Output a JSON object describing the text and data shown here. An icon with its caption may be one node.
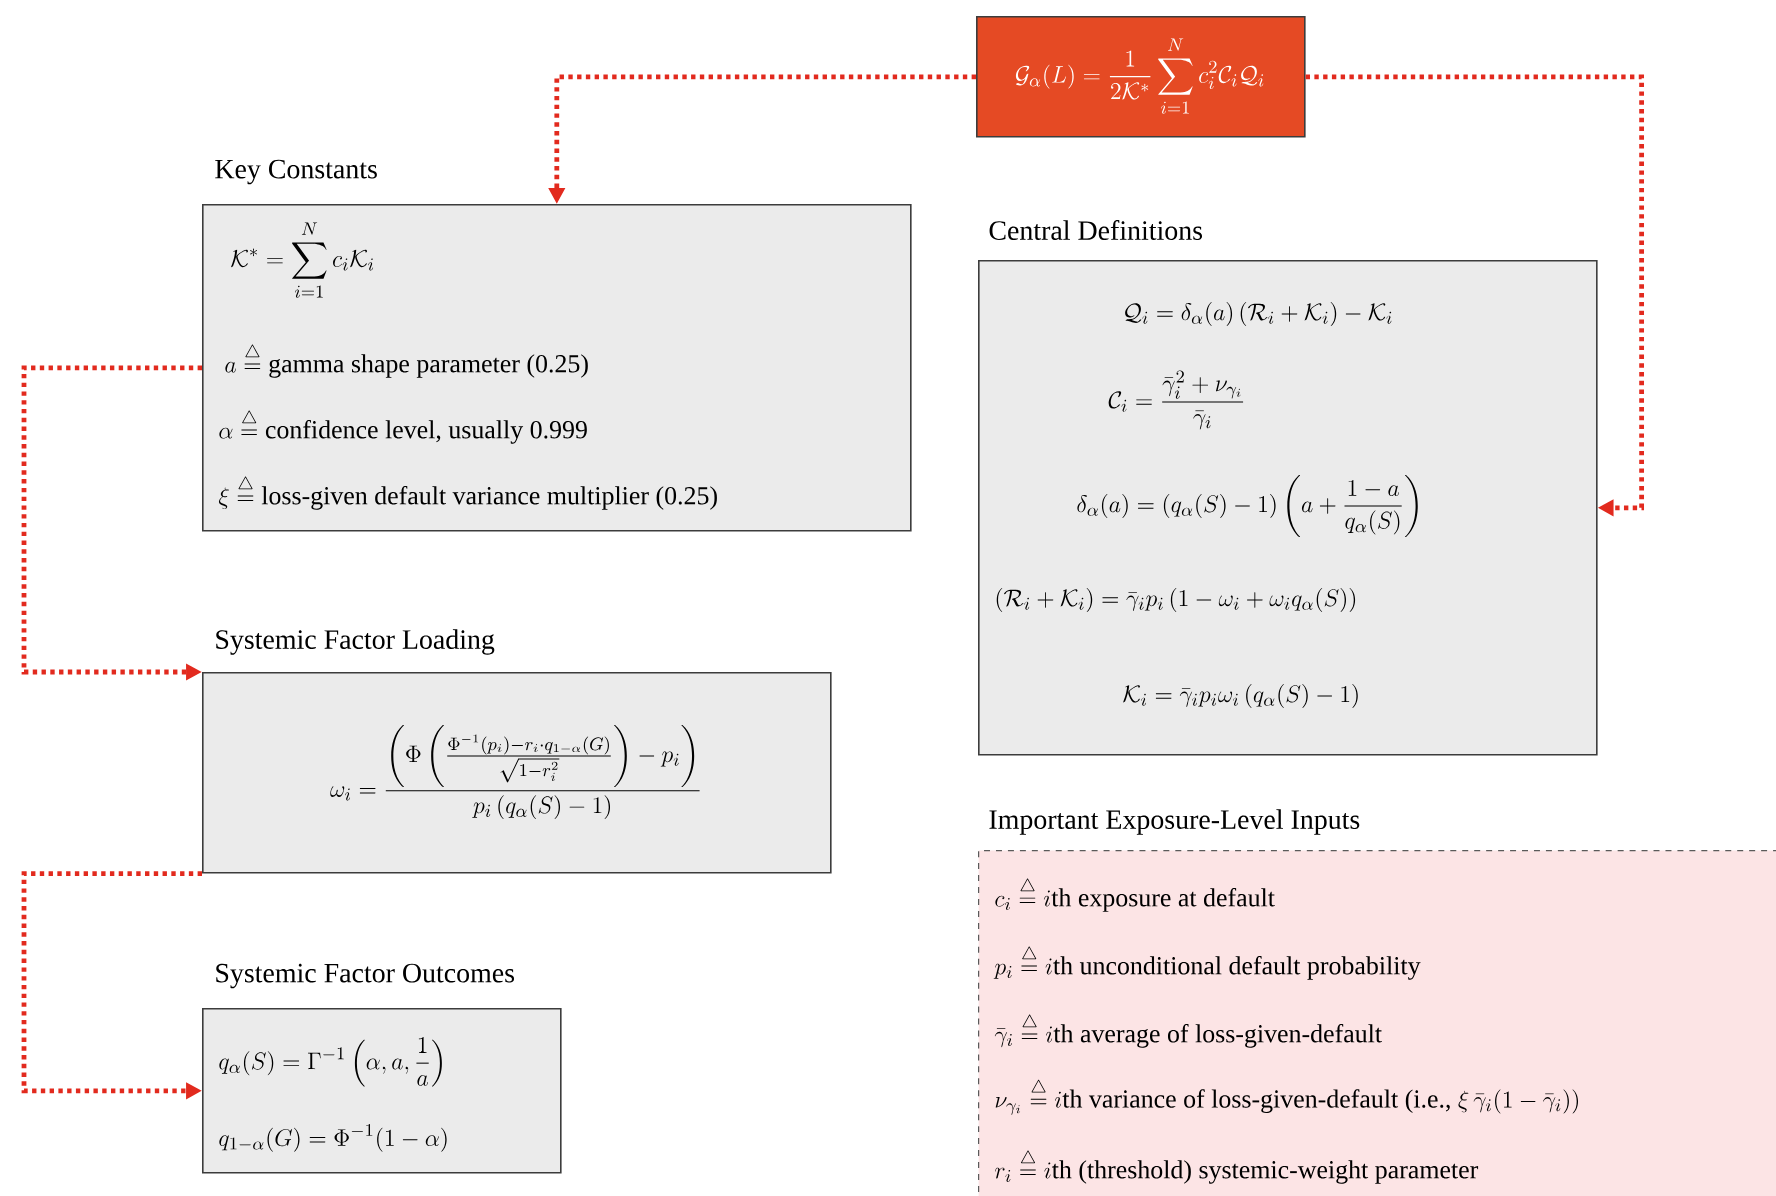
{
  "diagram": {
    "nodes": [
      {
        "text": [
          "\\mathcal{G}_\\alpha(L) = \\frac{1}{2\\mathcal{K}^*}\\sum_{i=1}^{N} c_i^2 \\mathcal{C}_i \\mathcal{Q}_i"
        ]
      },
      {
        "text": [
          "Key Constants",
          "\\mathcal{K}^* = \\sum_{i=1}^{N} c_i \\mathcal{K}_i",
          "a \\stackrel{\\triangle}{=} \\text{gamma shape parameter (0.25)}",
          "\\alpha \\stackrel{\\triangle}{=} \\text{confidence level, usually 0.999}",
          "\\xi \\stackrel{\\triangle}{=} \\text{loss-given default variance multiplier (0.25)}"
        ]
      },
      {
        "text": [
          "Central Definitions",
          "\\mathcal{Q}_i = \\delta_\\alpha(a)\\left(\\mathcal{R}_i + \\mathcal{K}_i\\right) - \\mathcal{K}_i",
          "\\mathcal{C}_i = \\frac{\\bar{\\gamma}_i^2 + \\nu_{\\gamma_i}}{\\bar{\\gamma}_i}",
          "\\delta_\\alpha(a) = \\left(q_\\alpha(S) - 1\\right)\\left(a + \\frac{1-a}{q_\\alpha(S)}\\right)",
          "\\left(\\mathcal{R}_i + \\mathcal{K}_i\\right) = \\bar{\\gamma}_i p_i \\left(1 - \\omega_i + \\omega_i q_\\alpha(S)\\right)",
          "\\mathcal{K}_i = \\bar{\\gamma}_i p_i \\omega_i \\left(q_\\alpha(S) - 1\\right)"
        ]
      },
      {
        "text": [
          "Systemic Factor Loading",
          "\\omega_i = \\frac{\\left(\\Phi\\left(\\frac{\\Phi^{-1}(p_i) - r_i \\cdot q_{1-\\alpha}(G)}{\\sqrt{1-r_i^2}}\\right) - p_i\\right)}{p_i\\left(q_\\alpha(S) - 1\\right)}"
        ]
      },
      {
        "text": [
          "Systemic Factor Outcomes",
          "q_\\alpha(S) = \\Gamma^{-1}\\left(\\alpha, a, \\frac{1}{a}\\right)",
          "q_{1-\\alpha}(G) = \\Phi^{-1}(1-\\alpha)"
        ]
      },
      {
        "text": [
          "Important Exposure-Level Inputs",
          "c_i \\stackrel{\\triangle}{=} i\\text{th exposure at default}",
          "p_i \\stackrel{\\triangle}{=} i\\text{th unconditional default probability}",
          "\\bar{\\gamma}_i \\stackrel{\\triangle}{=} i\\text{th average of loss-given-default}",
          "\\nu_{\\gamma_i} \\stackrel{\\triangle}{=} i\\text{th variance of loss-given-default (i.e., }\\xi\\,\\bar{\\gamma}_i(1-\\bar{\\gamma}_i))",
          "r_i \\stackrel{\\triangle}{=} i\\text{th (threshold) systemic-weight parameter}"
        ]
      }
    ],
    "edges": [
      {
        "from": 0,
        "to": 1,
        "arrow": "to"
      },
      {
        "from": 0,
        "to": 2,
        "arrow": "to"
      },
      {
        "from": 1,
        "to": 3,
        "arrow": "to"
      },
      {
        "from": 3,
        "to": 4,
        "arrow": "to"
      }
    ]
  }
}
